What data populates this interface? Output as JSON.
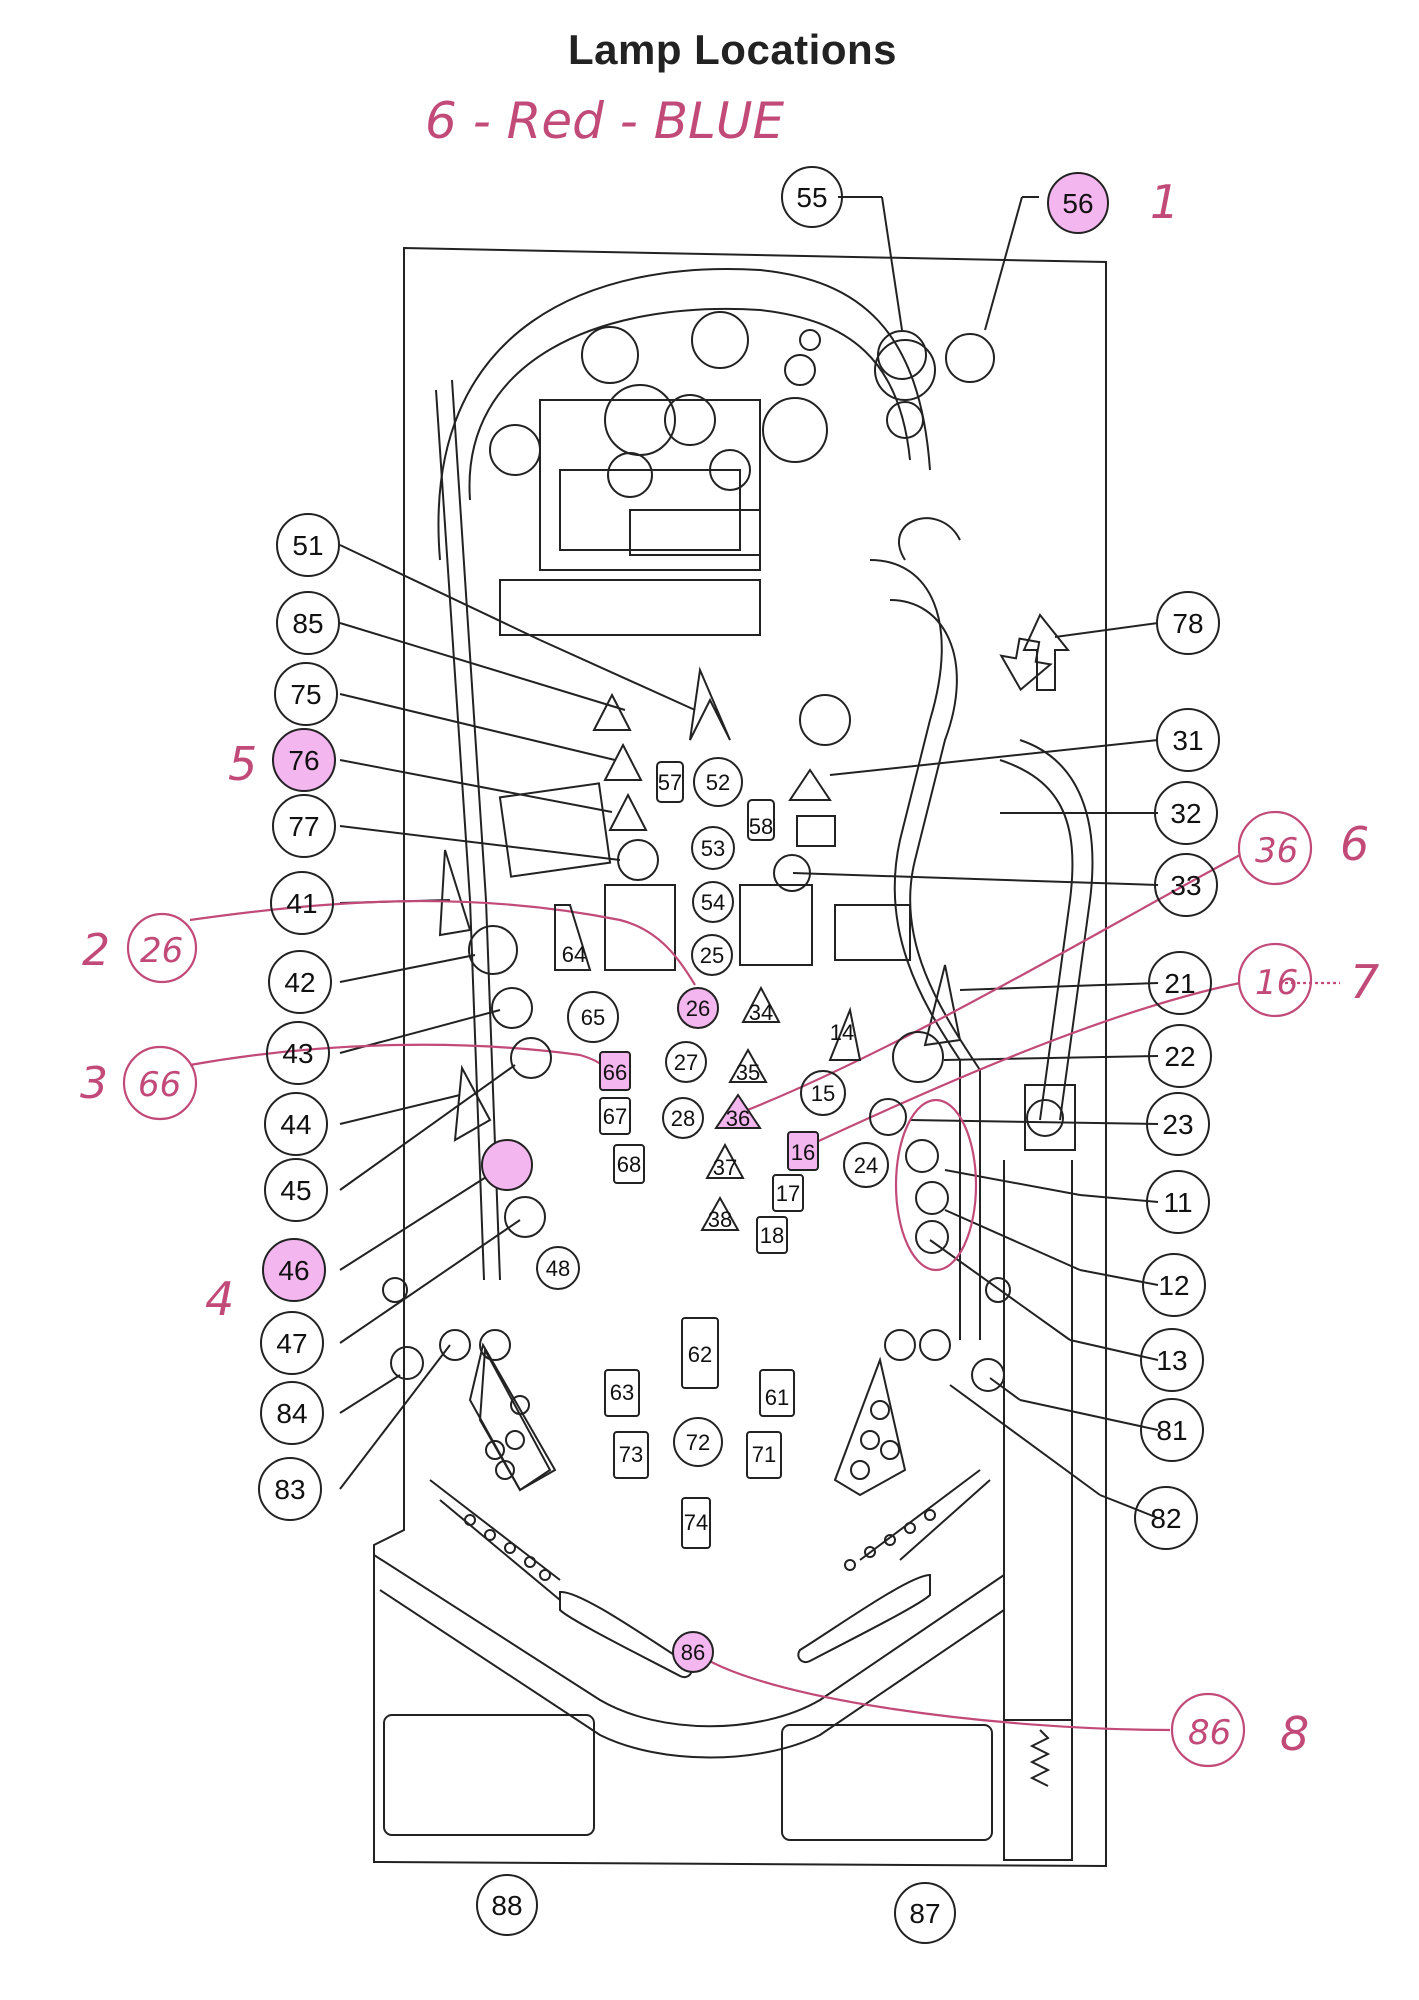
{
  "title": "Lamp Locations",
  "annotation_header": "6 - Red - BLUE",
  "colors": {
    "highlight": "#f3b6ef",
    "pen": "#c24a78",
    "ink": "#222222"
  },
  "lamps": {
    "l55": "55",
    "l56": "56",
    "l51": "51",
    "l85": "85",
    "l75": "75",
    "l76": "76",
    "l77": "77",
    "l41": "41",
    "l42": "42",
    "l43": "43",
    "l44": "44",
    "l45": "45",
    "l46": "46",
    "l47": "47",
    "l84": "84",
    "l83": "83",
    "l78": "78",
    "l31": "31",
    "l32": "32",
    "l33": "33",
    "l21": "21",
    "l22": "22",
    "l23": "23",
    "l11": "11",
    "l12": "12",
    "l13": "13",
    "l81": "81",
    "l82": "82",
    "l88": "88",
    "l87": "87",
    "l52": "52",
    "l53": "53",
    "l54": "54",
    "l25": "25",
    "l26": "26",
    "l65": "65",
    "l27": "27",
    "l28": "28",
    "l15": "15",
    "l24": "24",
    "l48": "48",
    "l72": "72",
    "l86": "86",
    "l57": "57",
    "l58": "58",
    "l64": "64",
    "l34": "34",
    "l14": "14",
    "l35": "35",
    "l36": "36",
    "l66": "66",
    "l67": "67",
    "l68": "68",
    "l16": "16",
    "l37": "37",
    "l17": "17",
    "l38": "38",
    "l18": "18",
    "l62": "62",
    "l63": "63",
    "l61": "61",
    "l73": "73",
    "l71": "71",
    "l74": "74"
  },
  "annotations": {
    "a1": "1",
    "a2": "2",
    "a2c": "26",
    "a3": "3",
    "a3c": "66",
    "a4": "4",
    "a5": "5",
    "a6": "6",
    "a6c": "36",
    "a7": "7",
    "a7c": "16",
    "a8": "8",
    "a8c": "86"
  }
}
